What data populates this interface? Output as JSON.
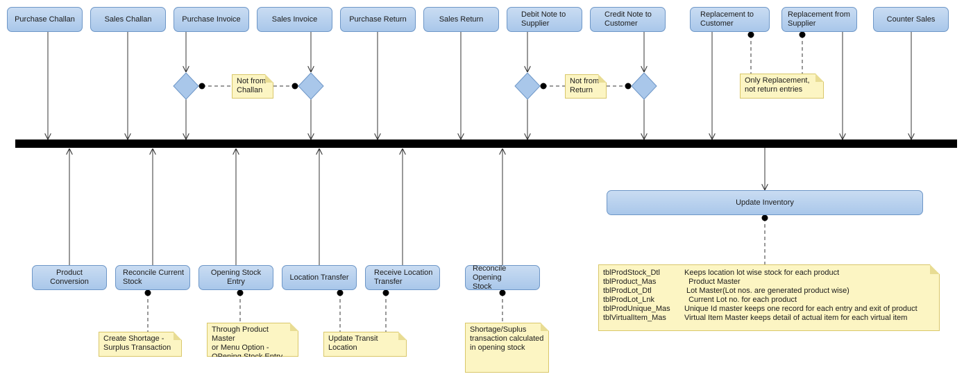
{
  "top_activities": {
    "purchase_challan": "Purchase Challan",
    "sales_challan": "Sales Challan",
    "purchase_invoice": "Purchase Invoice",
    "sales_invoice": "Sales Invoice",
    "purchase_return": "Purchase Return",
    "sales_return": "Sales Return",
    "debit_note": "Debit Note to\nSupplier",
    "credit_note": "Credit Note to\nCustomer",
    "replacement_customer": "Replacement to\nCustomer",
    "replacement_supplier": "Replacement from\nSupplier",
    "counter_sales": "Counter Sales"
  },
  "bottom_activities": {
    "product_conversion": "Product Conversion",
    "reconcile_current": "Reconcile Current\nStock",
    "opening_stock": "Opening Stock Entry",
    "location_transfer": "Location Transfer",
    "receive_location": "Receive Location\nTransfer",
    "reconcile_opening": "Reconcile Opening\nStock"
  },
  "update_inventory": "Update Inventory",
  "notes": {
    "not_from_challan": "Not from\nChallan",
    "not_from_return": "Not from\nReturn",
    "only_replacement": "Only Replacement,\nnot return entries",
    "create_shortage": "Create Shortage -\nSurplus Transaction",
    "through_product_master": "Through Product Master\nor Menu Option -\nOPening Stock Entry",
    "update_transit": "Update Transit\nLocation",
    "shortage_suplus": "Shortage/Suplus\ntransaction calculated\nin opening stock"
  },
  "tables": [
    {
      "name": "tblProdStock_Dtl",
      "desc": "Keeps location lot wise stock for each product"
    },
    {
      "name": "tblProduct_Mas",
      "desc": "  Product Master"
    },
    {
      "name": "tblProdLot_Dtl",
      "desc": " Lot Master(Lot nos. are generated product wise)"
    },
    {
      "name": "tblProdLot_Lnk",
      "desc": "  Current Lot no. for each product"
    },
    {
      "name": "tblProdUnique_Mas",
      "desc": "Unique Id master keeps one record for each entry and exit of product"
    },
    {
      "name": "tblVirtualItem_Mas",
      "desc": "Virtual Item Master keeps detail of actual item for each virtual item"
    }
  ],
  "colors": {
    "activity_fill": "#b8d2ee",
    "activity_border": "#6d96c7",
    "note_fill": "#fcf5c3",
    "sync_bar": "#000000"
  }
}
